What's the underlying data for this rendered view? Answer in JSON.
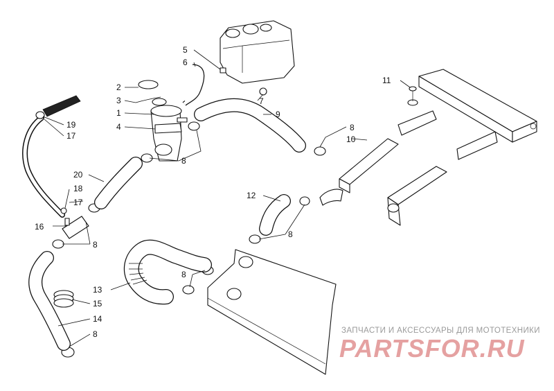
{
  "callouts": {
    "c1": "1",
    "c2": "2",
    "c3": "3",
    "c4": "4",
    "c5": "5",
    "c6": "6",
    "c7": "7",
    "c8a": "8",
    "c8b": "8",
    "c8c": "8",
    "c8d": "8",
    "c8e": "8",
    "c8f": "8",
    "c9": "9",
    "c10": "10",
    "c11": "11",
    "c12": "12",
    "c13": "13",
    "c14": "14",
    "c15": "15",
    "c16": "16",
    "c17a": "17",
    "c17b": "17",
    "c18": "18",
    "c19": "19",
    "c20": "20"
  },
  "watermark": {
    "subtitle": "ЗАПЧАСТИ И АКСЕССУАРЫ ДЛЯ МОТОТЕХНИКИ",
    "logo": "PARTSFOR.RU"
  }
}
